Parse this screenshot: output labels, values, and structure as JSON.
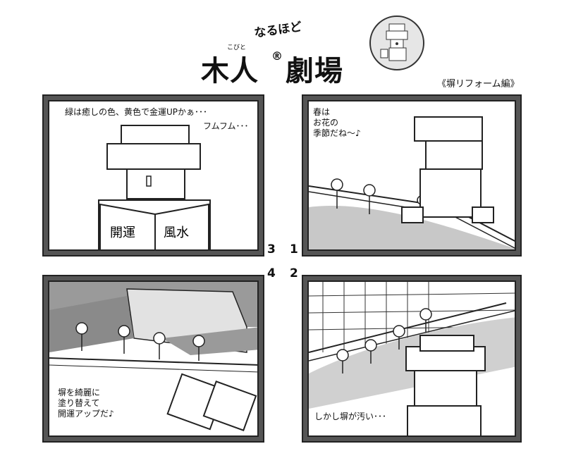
{
  "header": {
    "title_top": "なるほど",
    "title_ruby": "こびと",
    "title_main_a": "木人",
    "registered": "®",
    "title_main_b": "劇場",
    "subtitle": "《塀リフォーム編》"
  },
  "reading_order": {
    "top_right": "1",
    "top_left": "3",
    "bottom_right": "2",
    "bottom_left": "4"
  },
  "panels": {
    "p1": {
      "caption": "春は\nお花の\n季節だね〜♪"
    },
    "p2": {
      "caption": "しかし塀が汚い･･･"
    },
    "p3": {
      "caption_a": "緑は癒しの色、黄色で金運UPかぁ･･･",
      "caption_b": "フムフム･･･",
      "book_left": "開運",
      "book_right": "風水"
    },
    "p4": {
      "caption": "塀を綺麗に\n塗り替えて\n開運アップだ♪"
    }
  }
}
